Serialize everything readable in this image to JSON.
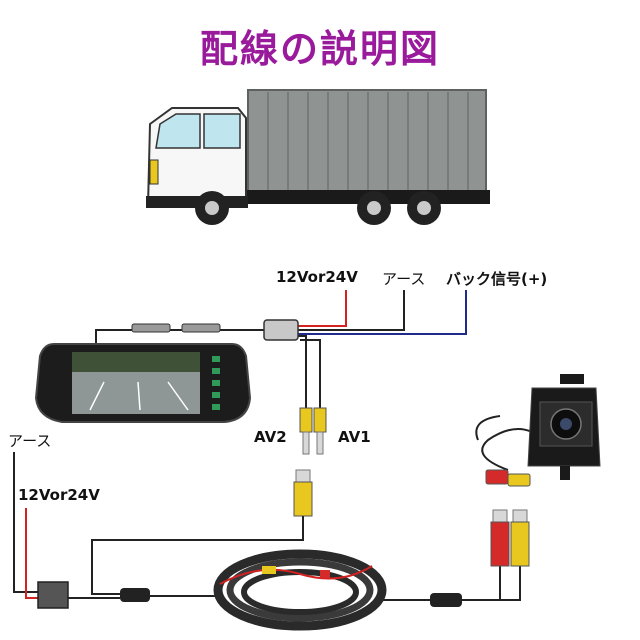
{
  "title": "配線の説明図",
  "labels": {
    "power_top": "12Vor24V",
    "ground_top": "アース",
    "reverse_signal": "バック信号(+)",
    "av2": "AV2",
    "av1": "AV1",
    "ground_left": "アース",
    "power_left": "12Vor24V"
  },
  "colors": {
    "title": "#9a1a9c",
    "power_wire": "#d22222",
    "ground_wire": "#222222",
    "signal_wire": "#1f2a8c",
    "rca_yellow": "#e8c81e",
    "rca_red": "#d42a2a",
    "truck_box": "#8f9493"
  },
  "icons": [
    "truck-icon",
    "mirror-monitor-icon",
    "backup-camera-icon",
    "cable-bundle-icon",
    "power-box-icon",
    "rca-plug-icon"
  ]
}
